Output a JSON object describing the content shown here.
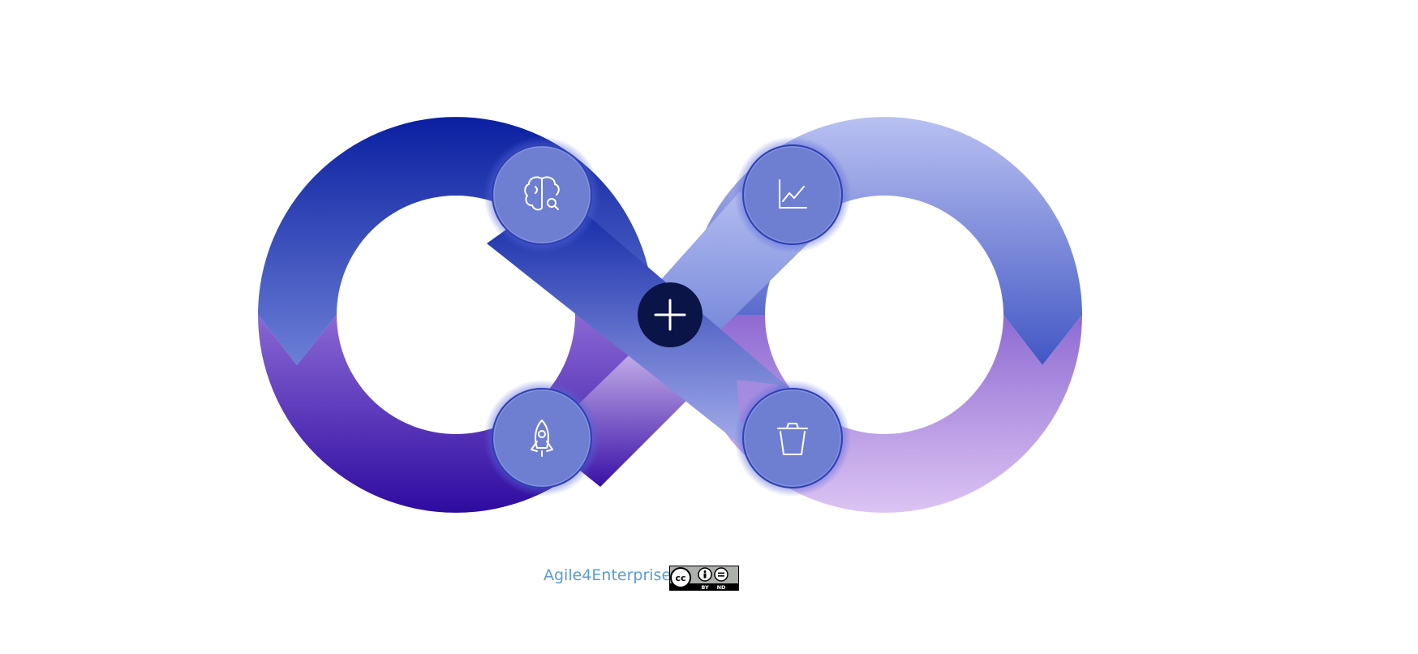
{
  "diagram": {
    "center_icon": "plus-icon",
    "nodes": [
      {
        "name": "node-brain-search",
        "icon": "brain-search-icon"
      },
      {
        "name": "node-chart",
        "icon": "line-chart-icon"
      },
      {
        "name": "node-rocket",
        "icon": "rocket-icon"
      },
      {
        "name": "node-trash",
        "icon": "trash-icon"
      }
    ],
    "colors": {
      "dark_blue": "#0a1fa0",
      "light_blue": "#b7bff0",
      "dark_purple": "#2e0ba0",
      "light_purple": "#dcc4f3",
      "node_fill": "#6e7fd2",
      "center_fill": "#0b1446"
    }
  },
  "footer": {
    "brand": "Agile4Enterprise",
    "license": {
      "icon": "cc-by-nd-icon",
      "labels": [
        "BY",
        "ND"
      ]
    }
  }
}
